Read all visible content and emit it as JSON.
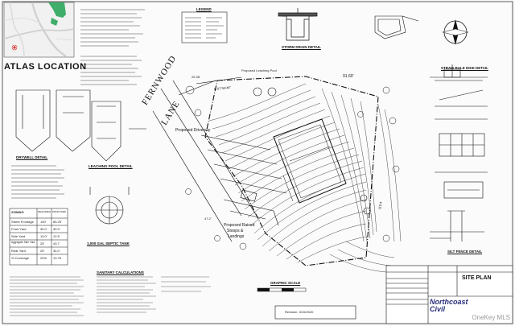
{
  "atlas_title": "ATLAS LOCATION",
  "street_words": [
    "FERNWOOD",
    "LANE"
  ],
  "labels": {
    "drywell": "DRYWELL DETAIL",
    "leaching_pool": "LEACHING POOL DETAIL",
    "septic_tank": "1,000 GAL SEPTIC TANK",
    "sanitary": "SANITARY CALCULATIONS",
    "storm_drain": "STORM DRAIN DETAIL",
    "strawbale": "STRAW BALE DIKE DETAIL",
    "silt_fence": "SILT FENCE DETAIL",
    "legend": "LEGEND",
    "graphic_scale": "GRAPHIC SCALE",
    "proposed_driveway": "Proposed Driveway",
    "proposed_raised": "Proposed Raised",
    "stoops": "Stoops &",
    "landings": "Landings",
    "proposed_leaching": "Proposed Leaching Pool",
    "site_plan": "SITE PLAN",
    "bearing_top": "N 87°56'48\"",
    "dist_top": "25.38'",
    "dist_right": "91.60'",
    "dist_left": "47.2'",
    "dist_right2": "110.4",
    "zoning_title": "ZONING",
    "zoning_date": "Revision: 3/15/2020"
  },
  "zoning_table": {
    "headers": [
      "ZONING",
      "REQUIRED",
      "PROPOSED"
    ],
    "rows": [
      [
        "Street Frontage",
        "100'",
        "85.25'"
      ],
      [
        "Front Yard",
        "30.0'",
        "30.9'"
      ],
      [
        "Side Yard",
        "10.0'",
        "12.5'"
      ],
      [
        "Aggregate Side Yard",
        "25'",
        "43.7'"
      ],
      [
        "Rear Yard",
        "25'",
        "34.0'"
      ],
      [
        "% Coverage",
        "20%",
        "13.78"
      ]
    ]
  },
  "brand": {
    "line1": "Northcoast",
    "line2": "Civil"
  },
  "watermark": "OneKey MLS",
  "colors": {
    "map_green": "#3fae6a",
    "map_road": "#d8d8d8",
    "brand_blue": "#2a2f7a"
  }
}
